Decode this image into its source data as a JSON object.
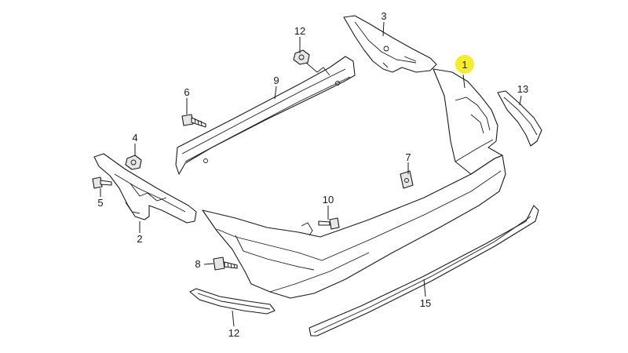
{
  "callouts": [
    {
      "id": "c1",
      "label": "1",
      "highlight": true
    },
    {
      "id": "c2",
      "label": "2"
    },
    {
      "id": "c3",
      "label": "3"
    },
    {
      "id": "c4",
      "label": "4"
    },
    {
      "id": "c5",
      "label": "5"
    },
    {
      "id": "c6",
      "label": "6"
    },
    {
      "id": "c7",
      "label": "7"
    },
    {
      "id": "c8",
      "label": "8"
    },
    {
      "id": "c9",
      "label": "9"
    },
    {
      "id": "c10",
      "label": "10"
    },
    {
      "id": "c12a",
      "label": "12"
    },
    {
      "id": "c12b",
      "label": "12"
    },
    {
      "id": "c13",
      "label": "13"
    },
    {
      "id": "c15",
      "label": "15"
    }
  ],
  "colors": {
    "highlight": "#f5ec2a",
    "line": "#1a1a1a"
  }
}
